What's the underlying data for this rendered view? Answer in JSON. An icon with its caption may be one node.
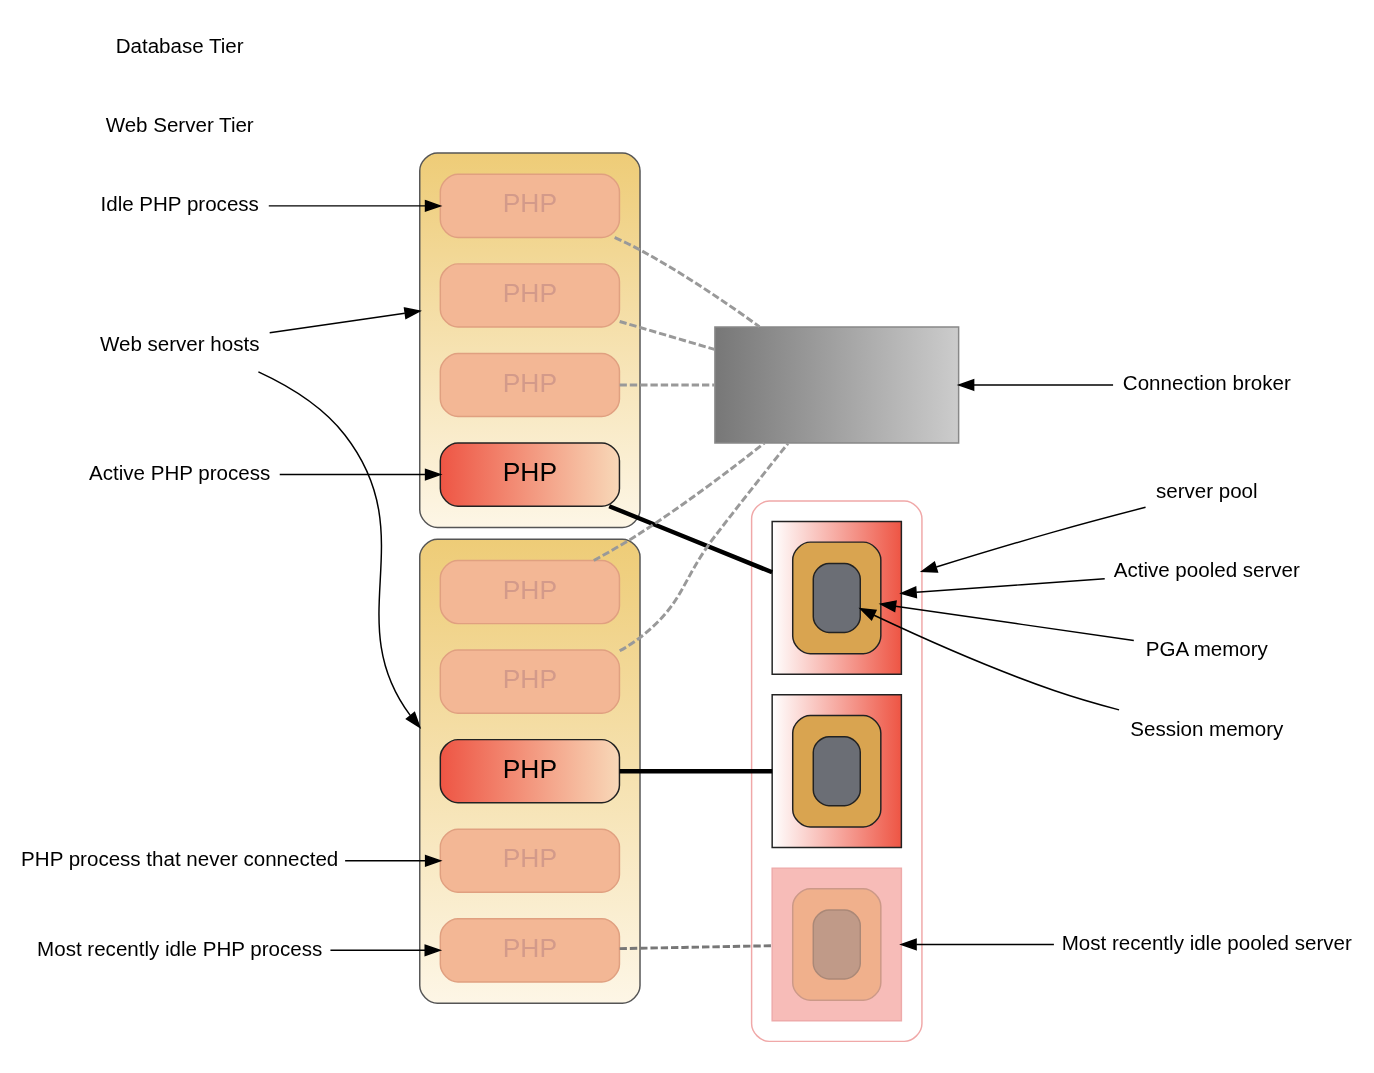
{
  "diagram": {
    "nodes": [
      {
        "text": [],
        "shape": "box"
      },
      {
        "text": [
          "PHP"
        ],
        "in": 0
      },
      {
        "text": [
          "PHP"
        ],
        "in": 0
      },
      {
        "text": [
          "PHP"
        ],
        "in": 0
      },
      {
        "text": [
          "PHP"
        ],
        "in": 0
      },
      {
        "text": [],
        "shape": "box"
      },
      {
        "text": [
          "PHP"
        ],
        "in": 5
      },
      {
        "text": [
          "PHP"
        ],
        "in": 5
      },
      {
        "text": [
          "PHP"
        ],
        "in": 5
      },
      {
        "text": [
          "PHP"
        ],
        "in": 5
      },
      {
        "text": [
          "PHP"
        ],
        "in": 5
      },
      {
        "text": [],
        "shape": "box"
      },
      {
        "text": [],
        "shape": "box",
        "in": 11
      },
      {
        "text": [],
        "shape": "box",
        "in": 12
      },
      {
        "text": [],
        "shape": "box",
        "in": 13
      },
      {
        "text": [],
        "shape": "box",
        "in": 11
      },
      {
        "text": [],
        "shape": "box",
        "in": 15
      },
      {
        "text": [],
        "shape": "box",
        "in": 16
      },
      {
        "text": [],
        "shape": "box",
        "in": 11
      },
      {
        "text": [],
        "shape": "box",
        "in": 18
      },
      {
        "text": [],
        "shape": "box",
        "in": 19
      },
      {
        "text": [],
        "shape": "box"
      },
      {
        "text": [
          "Active PHP process"
        ]
      },
      {
        "text": [
          "Idle PHP process"
        ]
      },
      {
        "text": [
          "Web server hosts"
        ]
      },
      {
        "text": [
          "Most recently idle PHP process"
        ]
      },
      {
        "text": [
          "PHP process that never connected"
        ]
      },
      {
        "text": [
          "server pool"
        ]
      },
      {
        "text": [
          "Active pooled server"
        ]
      },
      {
        "text": [
          "PGA memory"
        ]
      },
      {
        "text": [
          "Session memory"
        ]
      },
      {
        "text": [
          "Most recently idle pooled server"
        ]
      },
      {
        "text": [
          "Connection broker"
        ]
      }
    ],
    "edges": [
      {
        "from": 2,
        "to": 12,
        "arrow": "none",
        "style": "thick"
      },
      {
        "from": 6,
        "to": 15,
        "arrow": "none",
        "style": "thick"
      },
      {
        "from": 7,
        "to": 18,
        "arrow": "none",
        "style": "dashed",
        "color": "#777777"
      },
      {
        "from": 1,
        "to": 21,
        "arrow": "none",
        "style": "dashed",
        "color": "#999999"
      },
      {
        "from": 3,
        "to": 21,
        "arrow": "none",
        "style": "dashed",
        "color": "#999999"
      },
      {
        "from": 4,
        "to": 21,
        "arrow": "none",
        "style": "dashed",
        "color": "#999999"
      },
      {
        "from": 8,
        "to": 21,
        "arrow": "none",
        "style": "dashed",
        "color": "#999999"
      },
      {
        "from": 10,
        "to": 21,
        "arrow": "none",
        "style": "dashed",
        "color": "#999999"
      },
      {
        "from": 22,
        "to": 2,
        "arrow": "to"
      },
      {
        "from": 23,
        "to": 3,
        "arrow": "to"
      },
      {
        "from": 24,
        "to": 0,
        "arrow": "to"
      },
      {
        "from": 24,
        "to": 5,
        "arrow": "to"
      },
      {
        "from": 25,
        "to": 7,
        "arrow": "to"
      },
      {
        "from": 26,
        "to": 9,
        "arrow": "to"
      },
      {
        "from": 27,
        "to": 11,
        "arrow": "to"
      },
      {
        "from": 28,
        "to": 12,
        "arrow": "to"
      },
      {
        "from": 29,
        "to": 13,
        "arrow": "to"
      },
      {
        "from": 30,
        "to": 14,
        "arrow": "to"
      },
      {
        "from": 31,
        "to": 18,
        "arrow": "to"
      },
      {
        "from": 32,
        "to": 21,
        "arrow": "to"
      }
    ],
    "labels": [
      "Web Server Tier",
      "Database Tier"
    ]
  }
}
